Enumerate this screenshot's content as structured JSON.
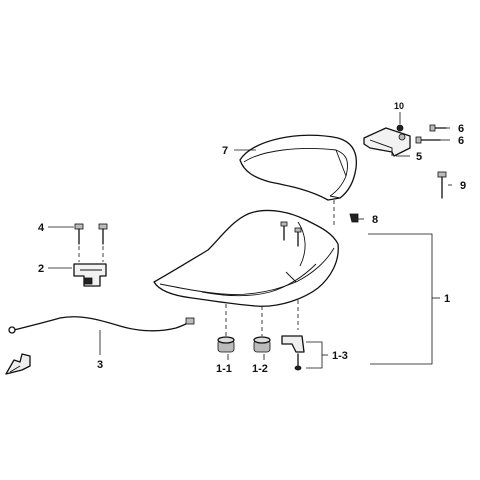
{
  "diagram": {
    "callouts": {
      "c1": "1",
      "c1_1": "1-1",
      "c1_2": "1-2",
      "c1_3": "1-3",
      "c2": "2",
      "c3": "3",
      "c4": "4",
      "c5": "5",
      "c6a": "6",
      "c6b": "6",
      "c7": "7",
      "c8": "8",
      "c9": "9",
      "c10": "10"
    }
  },
  "colors": {
    "line": "#111111",
    "background": "#ffffff"
  }
}
